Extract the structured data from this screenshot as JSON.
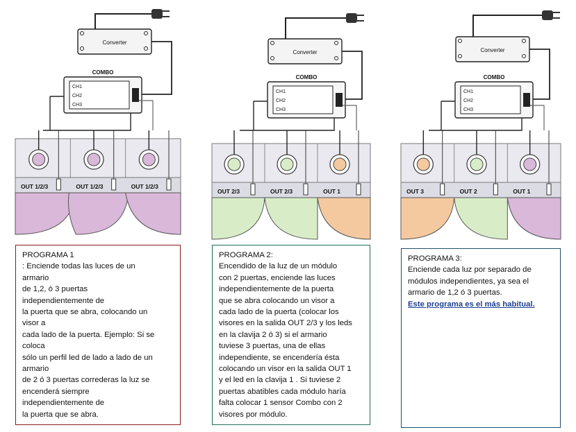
{
  "colors": {
    "purple": "#d9b8d9",
    "green": "#d8ecc8",
    "orange": "#f5c9a0",
    "panel": "#e9e9ef",
    "wire": "#222222",
    "box1_border": "#8b1a1a",
    "box2_border": "#1f6f5a",
    "box3_border": "#1f4e6b",
    "highlight_text": "#1f3f8f"
  },
  "diagrams": [
    {
      "converter_label": "Converter",
      "combo_label": "COMBO",
      "channels": [
        "CH1",
        "CH2",
        "CH3"
      ],
      "outputs": [
        "OUT 1/2/3",
        "OUT 1/2/3",
        "OUT 1/2/3"
      ]
    },
    {
      "converter_label": "Converter",
      "combo_label": "COMBO",
      "channels": [
        "CH1",
        "CH2",
        "CH3"
      ],
      "outputs": [
        "OUT 2/3",
        "OUT 2/3",
        "OUT 1"
      ]
    },
    {
      "converter_label": "Converter",
      "combo_label": "COMBO",
      "channels": [
        "CH1",
        "CH2",
        "CH3"
      ],
      "outputs": [
        "OUT 3",
        "OUT 2",
        "OUT 1"
      ]
    }
  ],
  "programs": [
    {
      "title": "PROGRAMA 1",
      "body": ": Enciende todas las luces de un\narmario\nde 1,2, ó 3 puertas\nindependientemente  de\nla puerta que se abra, colocando un\nvisor a\ncada lado de la puerta. Ejemplo: Si se\ncoloca\nsólo un perfil led de lado a lado de un\narmario\nde  2 ó 3 puertas correderas la luz se\nencenderá  siempre\nindependientemente  de\nla puerta que se abra."
    },
    {
      "title": "PROGRAMA 2:",
      "body": "Encendido de  la luz de un módulo\ncon 2  puertas, enciende las luces\nindependientemente  de la puerta\nque se abra colocando un visor a\ncada  lado de la puerta (colocar los\nvisores en  la salida OUT 2/3 y los leds\nen  la clavija 2 ó 3) si el armario\ntuviese 3 puertas, una de ellas\nindependiente,  se encendería ésta\ncolocando un visor en la salida OUT 1\ny el led en  la clavija 1 . Si tuviese 2\npuertas abatibles cada módulo haría\nfalta colocar 1 sensor Combo con 2\nvisores por módulo."
    },
    {
      "title": "PROGRAMA 3:",
      "body": "Enciende cada luz por separado de\nmódulos independientes,  ya sea el\narmario de 1,2 ó 3 puertas.",
      "highlight": "Este programa es el más habitual."
    }
  ]
}
